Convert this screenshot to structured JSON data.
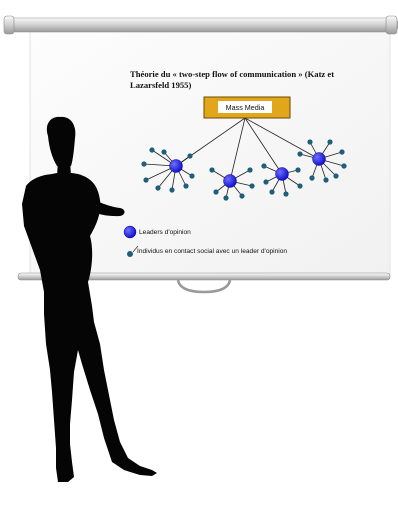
{
  "slide": {
    "title_line1": "Théorie du « two-step flow of communication » (Katz et",
    "title_line2": "Lazarsfeld 1955)"
  },
  "diagram": {
    "mass_media_label": "Mass Media",
    "colors": {
      "box_fill": "#e2a61a",
      "box_border": "#6b4a00",
      "leader": "#1a1ae6",
      "individual": "#1f5f7a",
      "line": "#222222"
    }
  },
  "legend": {
    "leaders_label": "Leaders d'opinion",
    "individuals_label": "Individus en contact social avec un leader d'opinion"
  }
}
